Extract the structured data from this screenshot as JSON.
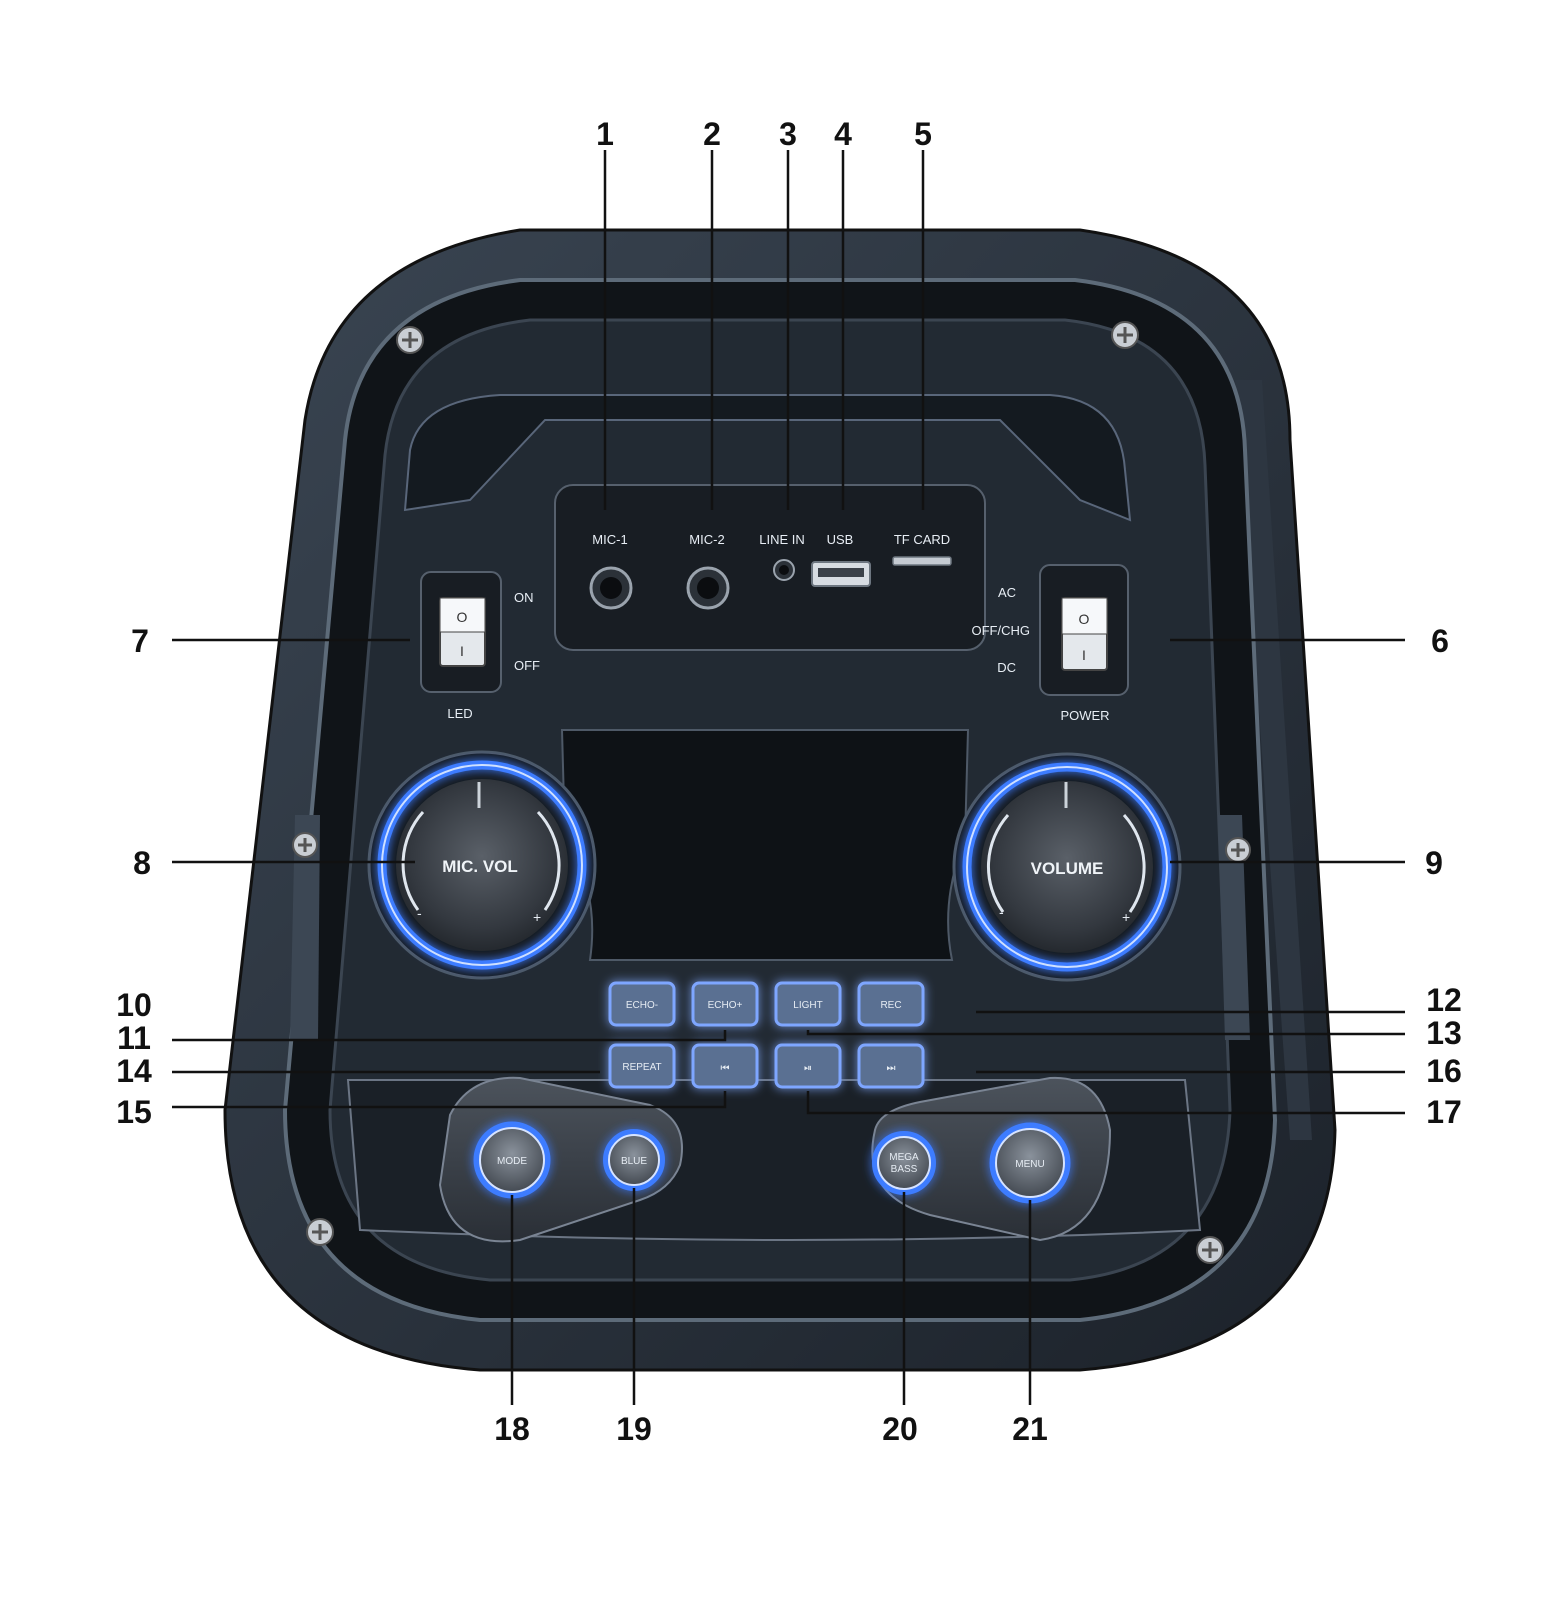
{
  "callouts": {
    "n1": "1",
    "n2": "2",
    "n3": "3",
    "n4": "4",
    "n5": "5",
    "n6": "6",
    "n7": "7",
    "n8": "8",
    "n9": "9",
    "n10": "10",
    "n11": "11",
    "n12": "12",
    "n13": "13",
    "n14": "14",
    "n15": "15",
    "n16": "16",
    "n17": "17",
    "n18": "18",
    "n19": "19",
    "n20": "20",
    "n21": "21"
  },
  "input_panel": {
    "mic1": "MIC-1",
    "mic2": "MIC-2",
    "line_in": "LINE IN",
    "usb": "USB",
    "tf_card": "TF CARD"
  },
  "led_switch": {
    "on": "ON",
    "off": "OFF",
    "label": "LED",
    "top_mark": "O",
    "bottom_mark": "I"
  },
  "power_switch": {
    "ac": "AC",
    "off_chg": "OFF/CHG",
    "dc": "DC",
    "label": "POWER",
    "top_mark": "O",
    "bottom_mark": "I"
  },
  "knobs": {
    "mic_vol": {
      "label": "MIC. VOL",
      "minus": "-",
      "plus": "+"
    },
    "volume": {
      "label": "VOLUME",
      "minus": "-",
      "plus": "+"
    }
  },
  "buttons": {
    "echo_minus": "ECHO-",
    "echo_plus": "ECHO+",
    "light": "LIGHT",
    "rec": "REC",
    "repeat": "REPEAT",
    "prev": "⏮",
    "play_pause": "⏯",
    "next": "⏭",
    "mode": "MODE",
    "blue": "BLUE",
    "mega": "MEGA",
    "bass": "BASS",
    "menu": "MENU"
  },
  "colors": {
    "housing": "#2b3440",
    "panel": "#1d232b",
    "accent_glow": "#3d7bff",
    "button_face": "#5a6f92"
  }
}
